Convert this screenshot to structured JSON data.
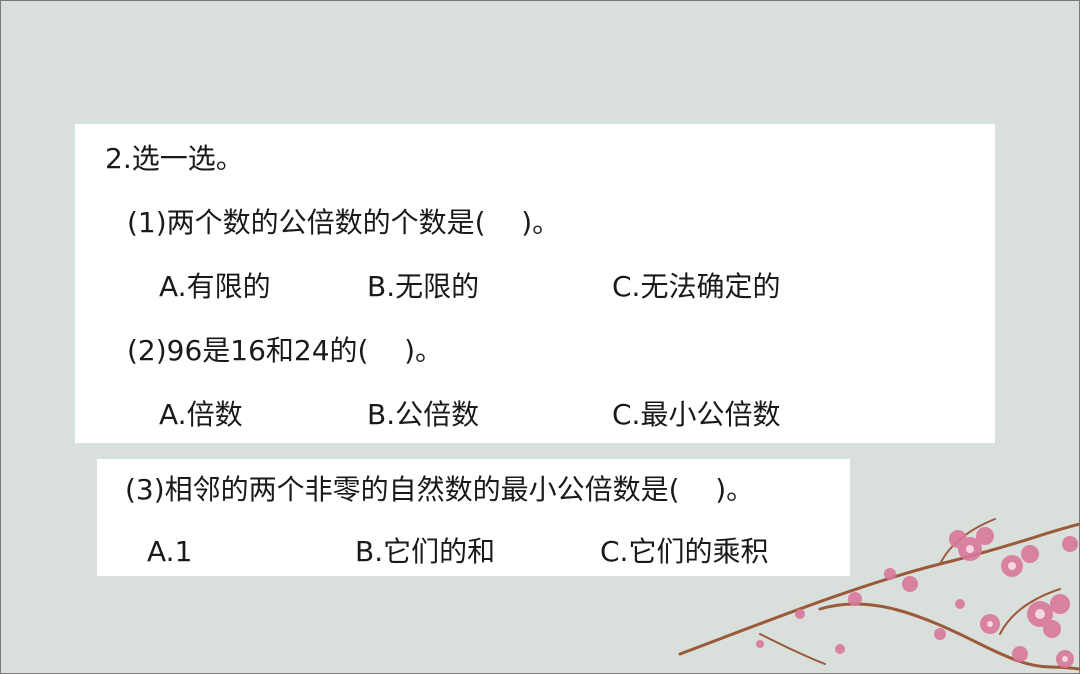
{
  "section_title": "2.选一选。",
  "questions": [
    {
      "stem": "(1)两个数的公倍数的个数是(    )。",
      "options": [
        "A.有限的",
        "B.无限的",
        "C.无法确定的"
      ]
    },
    {
      "stem": "(2)96是16和24的(    )。",
      "options": [
        "A.倍数",
        "B.公倍数",
        "C.最小公倍数"
      ]
    },
    {
      "stem": "(3)相邻的两个非零的自然数的最小公倍数是(    )。",
      "options": [
        "A.1",
        "B.它们的和",
        "C.它们的乘积"
      ]
    }
  ],
  "decoration": {
    "icon": "plum-blossom-branch-icon",
    "petal_color": "#d9779a",
    "branch_color": "#a0522d"
  }
}
